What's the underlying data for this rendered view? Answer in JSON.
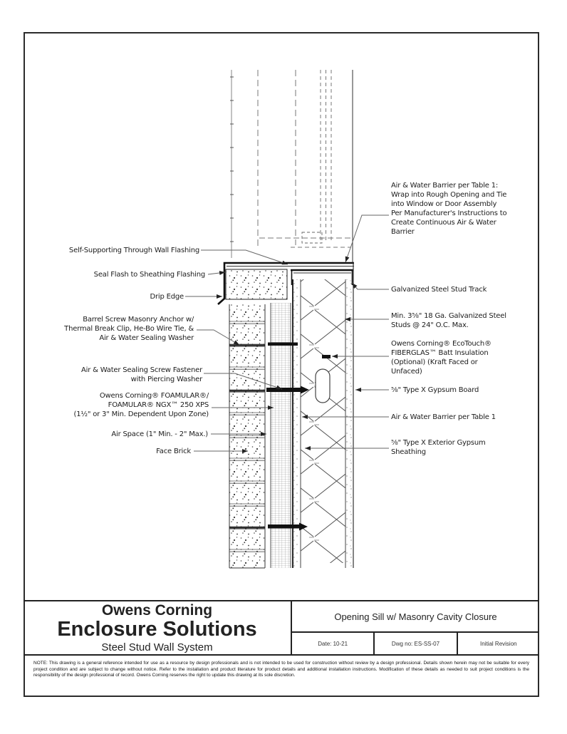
{
  "colors": {
    "line": "#222222",
    "leader": "#666666",
    "paper": "#ffffff"
  },
  "title_block": {
    "company_line1": "Owens Corning",
    "company_line2": "Enclosure Solutions",
    "system": "Steel Stud Wall System",
    "drawing_title": "Opening Sill w/ Masonry Cavity Closure",
    "date": "Date: 10-21",
    "drawing_number": "Dwg no: ES-SS-07",
    "revision": "Initial Revision"
  },
  "note": "NOTE: This drawing is a general reference intended for use as a resource by design professionals and is not intended to be used for construction without review by a design professional. Details shown herein may not be suitable for every project condition and are subject to change without notice. Refer to the installation and product literature for product details and additional installation instructions. Modification of these details as needed to suit project conditions is the responsibility of the design professional of record. Owens Corning reserves the right to update this drawing at its sole discretion.",
  "callouts_left": [
    {
      "id": "through-wall-flashing",
      "lines": [
        "Self-Supporting Through Wall Flashing"
      ]
    },
    {
      "id": "seal-flash",
      "lines": [
        "Seal Flash to Sheathing Flashing"
      ]
    },
    {
      "id": "drip-edge",
      "lines": [
        "Drip Edge"
      ]
    },
    {
      "id": "masonry-anchor",
      "lines": [
        "Barrel Screw Masonry Anchor w/",
        "Thermal Break Clip, He-Bo Wire Tie, &",
        "Air & Water Sealing Washer"
      ]
    },
    {
      "id": "screw-fastener",
      "lines": [
        "Air & Water Sealing Screw Fastener",
        "with Piercing Washer"
      ]
    },
    {
      "id": "xps-insulation",
      "lines": [
        "Owens Corning® FOAMULAR®/",
        "FOAMULAR® NGX™ 250 XPS",
        "(1½\" or 3\" Min. Dependent Upon Zone)"
      ]
    },
    {
      "id": "air-space",
      "lines": [
        "Air Space (1\" Min. - 2\" Max.)"
      ]
    },
    {
      "id": "face-brick",
      "lines": [
        "Face Brick"
      ]
    }
  ],
  "callouts_right": [
    {
      "id": "awb-rough-opening",
      "lines": [
        "Air & Water Barrier per Table 1:",
        "Wrap into Rough Opening and Tie",
        "into Window or Door Assembly",
        "Per Manufacturer's Instructions to",
        "Create Continuous Air & Water",
        "Barrier"
      ]
    },
    {
      "id": "steel-track",
      "lines": [
        "Galvanized Steel Stud Track"
      ]
    },
    {
      "id": "steel-studs",
      "lines": [
        "Min. 3⅝\" 18 Ga. Galvanized Steel",
        "Studs @ 24\" O.C. Max."
      ]
    },
    {
      "id": "batt-insulation",
      "lines": [
        "Owens Corning® EcoTouch®",
        "FIBERGLAS™ Batt Insulation",
        "(Optional) (Kraft Faced or",
        "Unfaced)"
      ]
    },
    {
      "id": "gypsum-board",
      "lines": [
        "⅝\" Type X Gypsum Board"
      ]
    },
    {
      "id": "awb",
      "lines": [
        "Air & Water Barrier per Table 1"
      ]
    },
    {
      "id": "exterior-sheathing",
      "lines": [
        "⅝\" Type X Exterior Gypsum",
        "Sheathing"
      ]
    }
  ]
}
